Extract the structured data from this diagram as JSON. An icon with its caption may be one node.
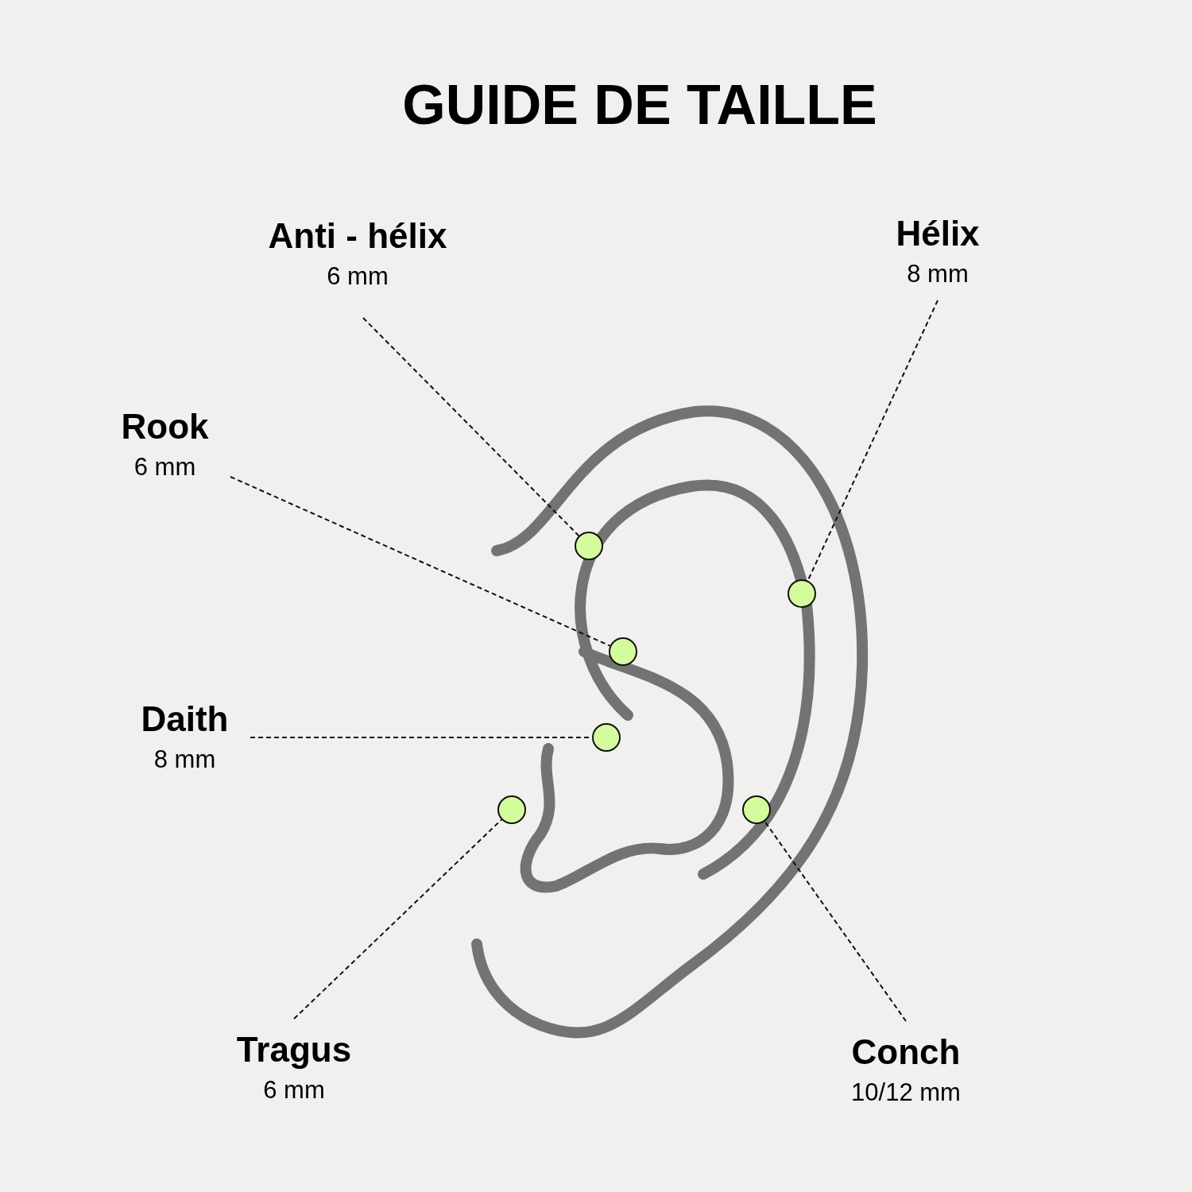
{
  "diagram": {
    "title": "GUIDE DE TAILLE",
    "nodes": [
      {
        "text": [
          "Anti - hélix",
          "6 mm"
        ]
      },
      {
        "text": [
          "Hélix",
          "8 mm"
        ]
      },
      {
        "text": [
          "Rook",
          "6 mm"
        ]
      },
      {
        "text": [
          "Daith",
          "8 mm"
        ]
      },
      {
        "text": [
          "Tragus",
          "6 mm"
        ]
      },
      {
        "text": [
          "Conch",
          "10/12 mm"
        ]
      },
      {
        "text": [],
        "shape": "circle"
      },
      {
        "text": [],
        "shape": "circle"
      },
      {
        "text": [],
        "shape": "circle"
      },
      {
        "text": [],
        "shape": "circle"
      },
      {
        "text": [],
        "shape": "circle"
      },
      {
        "text": [],
        "shape": "circle"
      }
    ],
    "edges": [
      {
        "from": 0,
        "to": 6,
        "arrow": "none",
        "style": "dashed"
      },
      {
        "from": 1,
        "to": 7,
        "arrow": "none",
        "style": "dashed"
      },
      {
        "from": 2,
        "to": 8,
        "arrow": "none",
        "style": "dashed"
      },
      {
        "from": 3,
        "to": 9,
        "arrow": "none",
        "style": "dashed"
      },
      {
        "from": 4,
        "to": 10,
        "arrow": "none",
        "style": "dashed"
      },
      {
        "from": 5,
        "to": 11,
        "arrow": "none",
        "style": "dashed"
      }
    ]
  }
}
